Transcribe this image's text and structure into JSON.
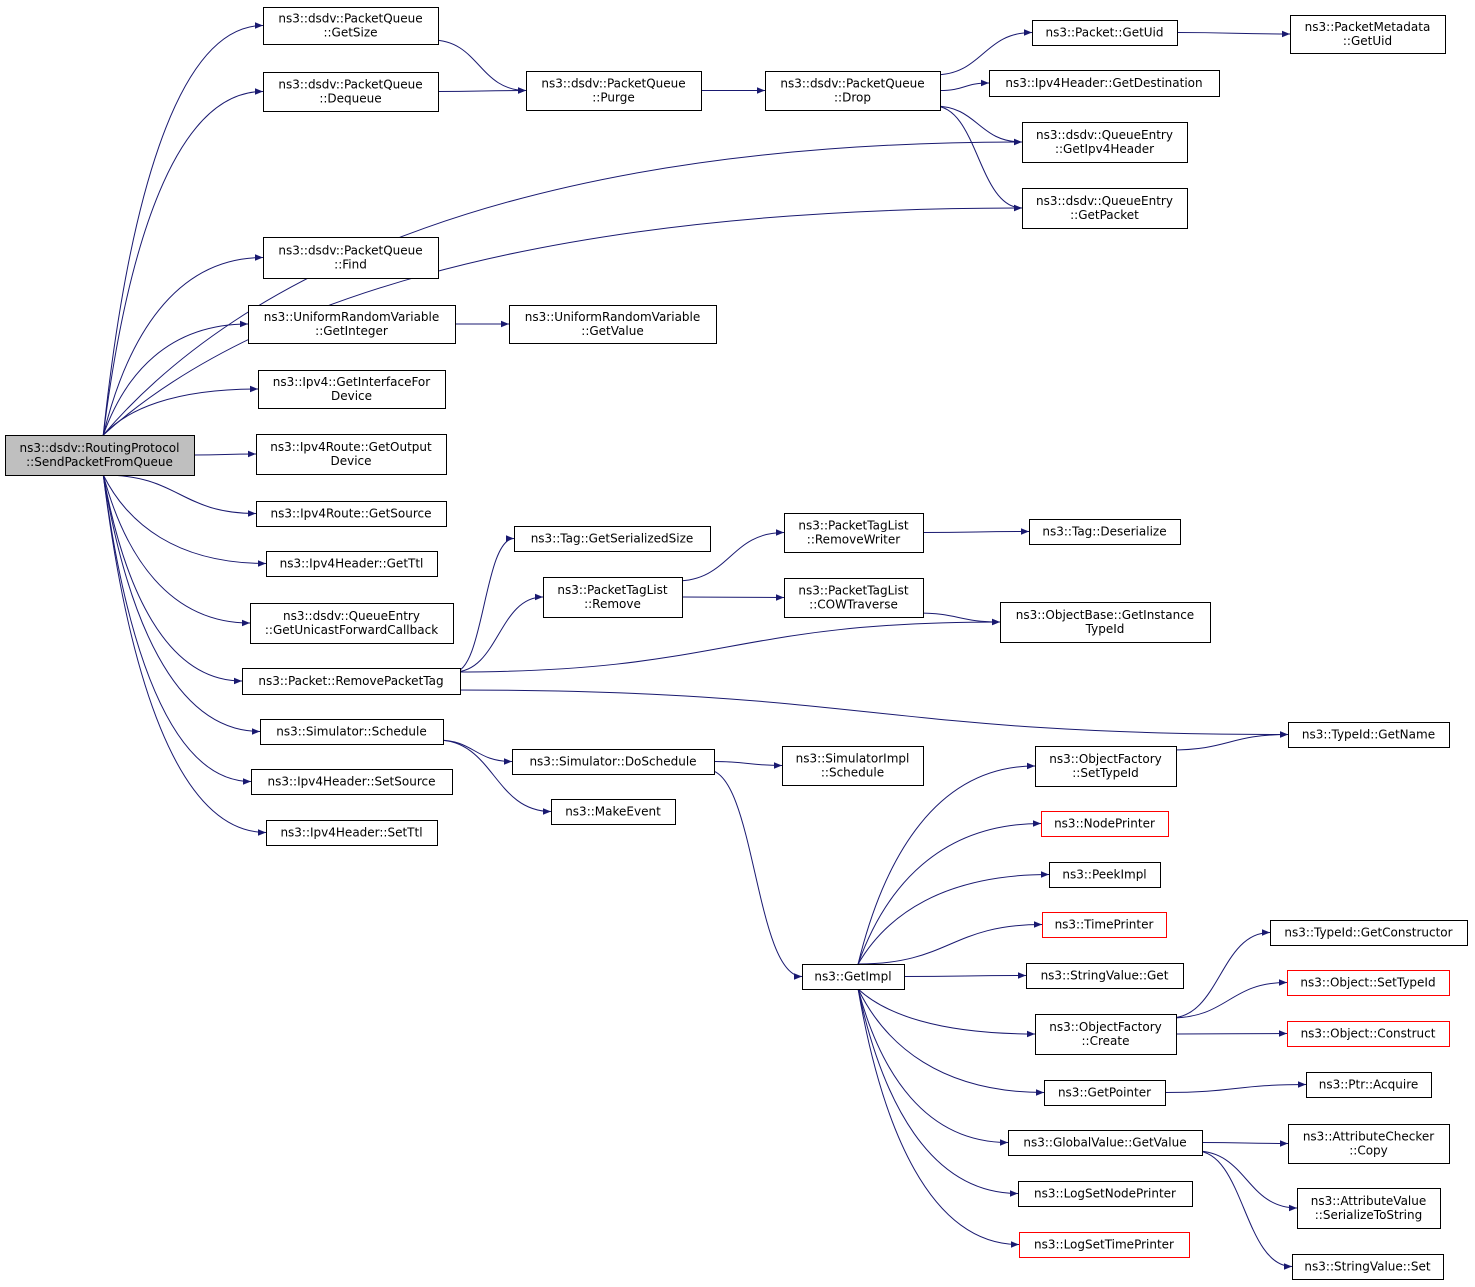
{
  "colors": {
    "edge": "#191970",
    "normal_border": "#000000",
    "truncated_border": "#ff0000",
    "root_fill": "#bfbfbf",
    "fill": "#ffffff"
  },
  "nodes": {
    "send_packet_from_queue": {
      "lines": [
        "ns3::dsdv::RoutingProtocol",
        "::SendPacketFromQueue"
      ],
      "style": "root"
    },
    "pq_getsize": {
      "lines": [
        "ns3::dsdv::PacketQueue",
        "::GetSize"
      ],
      "style": "normal"
    },
    "pq_dequeue": {
      "lines": [
        "ns3::dsdv::PacketQueue",
        "::Dequeue"
      ],
      "style": "normal"
    },
    "pq_find": {
      "lines": [
        "ns3::dsdv::PacketQueue",
        "::Find"
      ],
      "style": "normal"
    },
    "urv_getinteger": {
      "lines": [
        "ns3::UniformRandomVariable",
        "::GetInteger"
      ],
      "style": "normal"
    },
    "ipv4_getinterfacefordevice": {
      "lines": [
        "ns3::Ipv4::GetInterfaceFor",
        "Device"
      ],
      "style": "normal"
    },
    "ipv4route_getoutputdevice": {
      "lines": [
        "ns3::Ipv4Route::GetOutput",
        "Device"
      ],
      "style": "normal"
    },
    "ipv4route_getsource": {
      "lines": [
        "ns3::Ipv4Route::GetSource"
      ],
      "style": "normal"
    },
    "ipv4header_getttl": {
      "lines": [
        "ns3::Ipv4Header::GetTtl"
      ],
      "style": "normal"
    },
    "qe_getunicastforwardcallback": {
      "lines": [
        "ns3::dsdv::QueueEntry",
        "::GetUnicastForwardCallback"
      ],
      "style": "normal"
    },
    "packet_removepackettag": {
      "lines": [
        "ns3::Packet::RemovePacketTag"
      ],
      "style": "normal"
    },
    "simulator_schedule": {
      "lines": [
        "ns3::Simulator::Schedule"
      ],
      "style": "normal"
    },
    "ipv4header_setsource": {
      "lines": [
        "ns3::Ipv4Header::SetSource"
      ],
      "style": "normal"
    },
    "ipv4header_setttl": {
      "lines": [
        "ns3::Ipv4Header::SetTtl"
      ],
      "style": "normal"
    },
    "pq_purge": {
      "lines": [
        "ns3::dsdv::PacketQueue",
        "::Purge"
      ],
      "style": "normal"
    },
    "pq_drop": {
      "lines": [
        "ns3::dsdv::PacketQueue",
        "::Drop"
      ],
      "style": "normal"
    },
    "packet_getuid": {
      "lines": [
        "ns3::Packet::GetUid"
      ],
      "style": "normal"
    },
    "packetmetadata_getuid": {
      "lines": [
        "ns3::PacketMetadata",
        "::GetUid"
      ],
      "style": "normal"
    },
    "ipv4header_getdestination": {
      "lines": [
        "ns3::Ipv4Header::GetDestination"
      ],
      "style": "normal"
    },
    "qe_getipv4header": {
      "lines": [
        "ns3::dsdv::QueueEntry",
        "::GetIpv4Header"
      ],
      "style": "normal"
    },
    "qe_getpacket": {
      "lines": [
        "ns3::dsdv::QueueEntry",
        "::GetPacket"
      ],
      "style": "normal"
    },
    "urv_getvalue": {
      "lines": [
        "ns3::UniformRandomVariable",
        "::GetValue"
      ],
      "style": "normal"
    },
    "tag_getserializedsize": {
      "lines": [
        "ns3::Tag::GetSerializedSize"
      ],
      "style": "normal"
    },
    "packettaglist_remove": {
      "lines": [
        "ns3::PacketTagList",
        "::Remove"
      ],
      "style": "normal"
    },
    "packettaglist_removewriter": {
      "lines": [
        "ns3::PacketTagList",
        "::RemoveWriter"
      ],
      "style": "normal"
    },
    "packettaglist_cowtraverse": {
      "lines": [
        "ns3::PacketTagList",
        "::COWTraverse"
      ],
      "style": "normal"
    },
    "tag_deserialize": {
      "lines": [
        "ns3::Tag::Deserialize"
      ],
      "style": "normal"
    },
    "objectbase_getinstancetypeid": {
      "lines": [
        "ns3::ObjectBase::GetInstance",
        "TypeId"
      ],
      "style": "normal"
    },
    "typeid_getname": {
      "lines": [
        "ns3::TypeId::GetName"
      ],
      "style": "normal"
    },
    "simulator_doschedule": {
      "lines": [
        "ns3::Simulator::DoSchedule"
      ],
      "style": "normal"
    },
    "makeevent": {
      "lines": [
        "ns3::MakeEvent"
      ],
      "style": "normal"
    },
    "simulatorimpl_schedule": {
      "lines": [
        "ns3::SimulatorImpl",
        "::Schedule"
      ],
      "style": "normal"
    },
    "getimpl": {
      "lines": [
        "ns3::GetImpl"
      ],
      "style": "normal"
    },
    "objectfactory_settypeid": {
      "lines": [
        "ns3::ObjectFactory",
        "::SetTypeId"
      ],
      "style": "normal"
    },
    "nodeprinter": {
      "lines": [
        "ns3::NodePrinter"
      ],
      "style": "truncated"
    },
    "peekimpl": {
      "lines": [
        "ns3::PeekImpl"
      ],
      "style": "normal"
    },
    "timeprinter": {
      "lines": [
        "ns3::TimePrinter"
      ],
      "style": "truncated"
    },
    "stringvalue_get": {
      "lines": [
        "ns3::StringValue::Get"
      ],
      "style": "normal"
    },
    "objectfactory_create": {
      "lines": [
        "ns3::ObjectFactory",
        "::Create"
      ],
      "style": "normal"
    },
    "getpointer": {
      "lines": [
        "ns3::GetPointer"
      ],
      "style": "normal"
    },
    "globalvalue_getvalue": {
      "lines": [
        "ns3::GlobalValue::GetValue"
      ],
      "style": "normal"
    },
    "logsetnodeprinter": {
      "lines": [
        "ns3::LogSetNodePrinter"
      ],
      "style": "normal"
    },
    "logsettimeprinter": {
      "lines": [
        "ns3::LogSetTimePrinter"
      ],
      "style": "truncated"
    },
    "typeid_getconstructor": {
      "lines": [
        "ns3::TypeId::GetConstructor"
      ],
      "style": "normal"
    },
    "object_settypeid": {
      "lines": [
        "ns3::Object::SetTypeId"
      ],
      "style": "truncated"
    },
    "object_construct": {
      "lines": [
        "ns3::Object::Construct"
      ],
      "style": "truncated"
    },
    "ptr_acquire": {
      "lines": [
        "ns3::Ptr::Acquire"
      ],
      "style": "normal"
    },
    "attributechecker_copy": {
      "lines": [
        "ns3::AttributeChecker",
        "::Copy"
      ],
      "style": "normal"
    },
    "attributevalue_serializetostring": {
      "lines": [
        "ns3::AttributeValue",
        "::SerializeToString"
      ],
      "style": "normal"
    },
    "stringvalue_set": {
      "lines": [
        "ns3::StringValue::Set"
      ],
      "style": "normal"
    }
  },
  "edges": [
    [
      "send_packet_from_queue",
      "pq_getsize"
    ],
    [
      "send_packet_from_queue",
      "pq_dequeue"
    ],
    [
      "send_packet_from_queue",
      "qe_getipv4header"
    ],
    [
      "send_packet_from_queue",
      "qe_getpacket"
    ],
    [
      "send_packet_from_queue",
      "pq_find"
    ],
    [
      "send_packet_from_queue",
      "urv_getinteger"
    ],
    [
      "send_packet_from_queue",
      "ipv4_getinterfacefordevice"
    ],
    [
      "send_packet_from_queue",
      "ipv4route_getoutputdevice"
    ],
    [
      "send_packet_from_queue",
      "ipv4route_getsource"
    ],
    [
      "send_packet_from_queue",
      "ipv4header_getttl"
    ],
    [
      "send_packet_from_queue",
      "qe_getunicastforwardcallback"
    ],
    [
      "send_packet_from_queue",
      "packet_removepackettag"
    ],
    [
      "send_packet_from_queue",
      "simulator_schedule"
    ],
    [
      "send_packet_from_queue",
      "ipv4header_setsource"
    ],
    [
      "send_packet_from_queue",
      "ipv4header_setttl"
    ],
    [
      "pq_getsize",
      "pq_purge"
    ],
    [
      "pq_dequeue",
      "pq_purge"
    ],
    [
      "pq_purge",
      "pq_drop"
    ],
    [
      "pq_drop",
      "packet_getuid"
    ],
    [
      "pq_drop",
      "ipv4header_getdestination"
    ],
    [
      "pq_drop",
      "qe_getipv4header"
    ],
    [
      "pq_drop",
      "qe_getpacket"
    ],
    [
      "packet_getuid",
      "packetmetadata_getuid"
    ],
    [
      "urv_getinteger",
      "urv_getvalue"
    ],
    [
      "packet_removepackettag",
      "tag_getserializedsize"
    ],
    [
      "packet_removepackettag",
      "packettaglist_remove"
    ],
    [
      "packet_removepackettag",
      "objectbase_getinstancetypeid"
    ],
    [
      "packet_removepackettag",
      "typeid_getname"
    ],
    [
      "packettaglist_remove",
      "packettaglist_removewriter"
    ],
    [
      "packettaglist_remove",
      "packettaglist_cowtraverse"
    ],
    [
      "packettaglist_removewriter",
      "tag_deserialize"
    ],
    [
      "packettaglist_cowtraverse",
      "objectbase_getinstancetypeid"
    ],
    [
      "simulator_schedule",
      "simulator_doschedule"
    ],
    [
      "simulator_schedule",
      "makeevent"
    ],
    [
      "simulator_doschedule",
      "simulatorimpl_schedule"
    ],
    [
      "simulator_doschedule",
      "getimpl"
    ],
    [
      "getimpl",
      "objectfactory_settypeid"
    ],
    [
      "getimpl",
      "nodeprinter"
    ],
    [
      "getimpl",
      "peekimpl"
    ],
    [
      "getimpl",
      "timeprinter"
    ],
    [
      "getimpl",
      "stringvalue_get"
    ],
    [
      "getimpl",
      "objectfactory_create"
    ],
    [
      "getimpl",
      "getpointer"
    ],
    [
      "getimpl",
      "globalvalue_getvalue"
    ],
    [
      "getimpl",
      "logsetnodeprinter"
    ],
    [
      "getimpl",
      "logsettimeprinter"
    ],
    [
      "objectfactory_settypeid",
      "typeid_getname"
    ],
    [
      "objectfactory_create",
      "typeid_getconstructor"
    ],
    [
      "objectfactory_create",
      "object_settypeid"
    ],
    [
      "objectfactory_create",
      "object_construct"
    ],
    [
      "getpointer",
      "ptr_acquire"
    ],
    [
      "globalvalue_getvalue",
      "attributechecker_copy"
    ],
    [
      "globalvalue_getvalue",
      "attributevalue_serializetostring"
    ],
    [
      "globalvalue_getvalue",
      "stringvalue_set"
    ]
  ]
}
